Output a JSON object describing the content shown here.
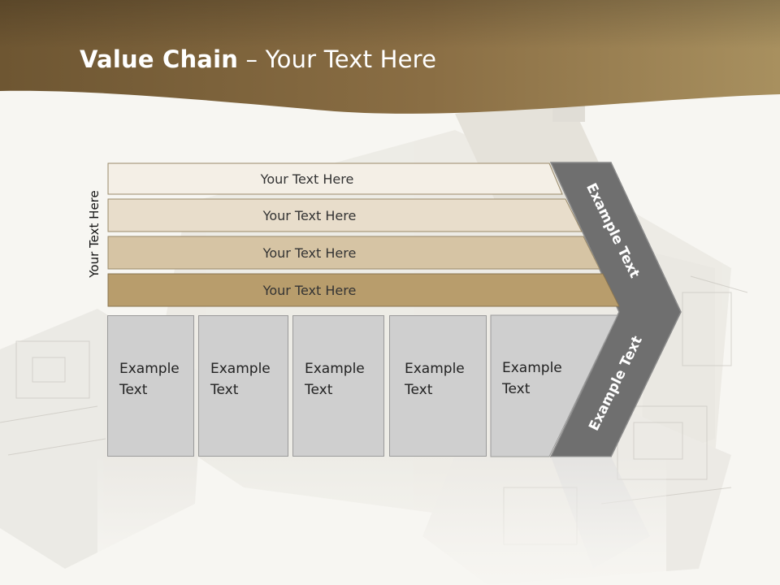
{
  "title": {
    "bold": "Value Chain",
    "rest": " – Your Text Here"
  },
  "side_label": "Your Text Here",
  "bars": [
    {
      "label": "Your Text Here"
    },
    {
      "label": "Your Text Here"
    },
    {
      "label": "Your Text Here"
    },
    {
      "label": "Your Text Here"
    }
  ],
  "columns": [
    {
      "line1": "Example",
      "line2": "Text"
    },
    {
      "line1": "Example",
      "line2": "Text"
    },
    {
      "line1": "Example",
      "line2": "Text"
    },
    {
      "line1": "Example",
      "line2": "Text"
    },
    {
      "line1": "Example",
      "line2": "Text"
    }
  ],
  "chevron": {
    "upper_text": "Example Text",
    "lower_text": "Example Text"
  },
  "colors": {
    "header_dark": "#6e5632",
    "header_light": "#a3885a",
    "bar1": "#f4efe6",
    "bar2": "#e8ddcb",
    "bar3": "#d6c4a4",
    "bar4": "#b89d6c",
    "column": "#cfcfcf",
    "chevron": "#6f6f6f"
  }
}
